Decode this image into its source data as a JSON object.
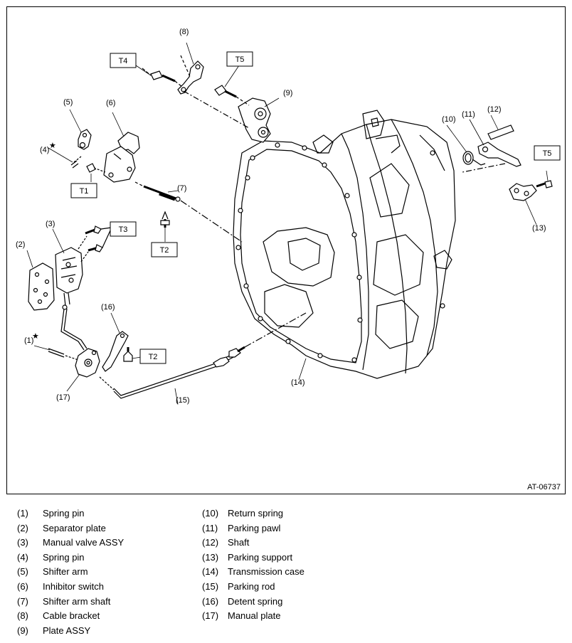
{
  "figure_code": "AT-06737",
  "callouts": [
    "(1)",
    "(2)",
    "(3)",
    "(4)",
    "(5)",
    "(6)",
    "(7)",
    "(8)",
    "(9)",
    "(10)",
    "(11)",
    "(12)",
    "(13)",
    "(14)",
    "(15)",
    "(16)",
    "(17)"
  ],
  "torque_labels": [
    "T1",
    "T2",
    "T3",
    "T4",
    "T5"
  ],
  "star_symbol": "★",
  "legend": {
    "left": [
      {
        "num": "(1)",
        "name": "Spring pin"
      },
      {
        "num": "(2)",
        "name": "Separator plate"
      },
      {
        "num": "(3)",
        "name": "Manual valve ASSY"
      },
      {
        "num": "(4)",
        "name": "Spring pin"
      },
      {
        "num": "(5)",
        "name": "Shifter arm"
      },
      {
        "num": "(6)",
        "name": "Inhibitor switch"
      },
      {
        "num": "(7)",
        "name": "Shifter arm shaft"
      },
      {
        "num": "(8)",
        "name": "Cable bracket"
      },
      {
        "num": "(9)",
        "name": "Plate ASSY"
      }
    ],
    "right": [
      {
        "num": "(10)",
        "name": "Return spring"
      },
      {
        "num": "(11)",
        "name": "Parking pawl"
      },
      {
        "num": "(12)",
        "name": "Shaft"
      },
      {
        "num": "(13)",
        "name": "Parking support"
      },
      {
        "num": "(14)",
        "name": "Transmission case"
      },
      {
        "num": "(15)",
        "name": "Parking rod"
      },
      {
        "num": "(16)",
        "name": "Detent spring"
      },
      {
        "num": "(17)",
        "name": "Manual plate"
      }
    ]
  }
}
